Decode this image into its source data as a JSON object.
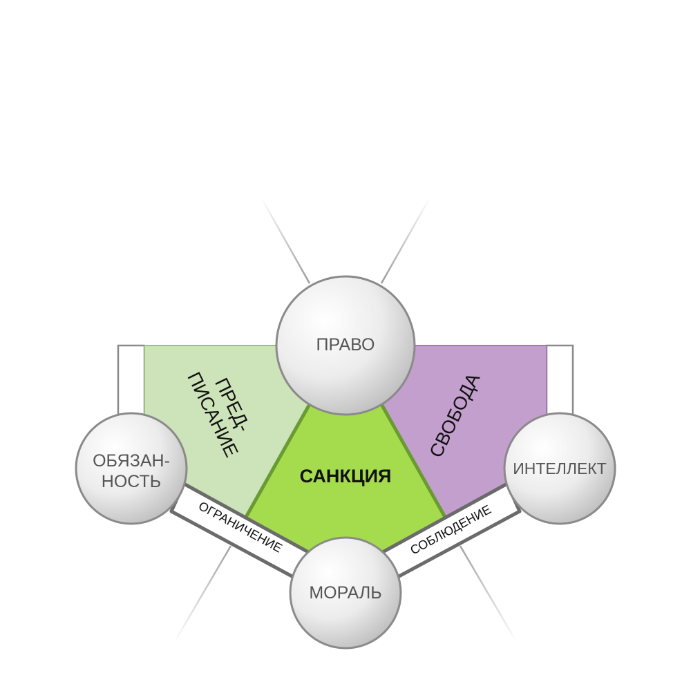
{
  "nodes": {
    "pravo": "ПРАВО",
    "obyazannost_line1": "ОБЯЗАН-",
    "obyazannost_line2": "НОСТЬ",
    "intellekt": "ИНТЕЛЛЕКТ",
    "moral": "МОРАЛЬ"
  },
  "regions": {
    "predpisanie_line1": "ПРЕД-",
    "predpisanie_line2": "ПИСАНИЕ",
    "sanktsiya": "САНКЦИЯ",
    "svoboda": "СВОБОДА"
  },
  "edges": {
    "ogranichenie": "ОГРАНИЧЕНИЕ",
    "soblyudenie": "СОБЛЮДЕНИЕ"
  },
  "colors": {
    "predpisanie": "#cde3b9",
    "sanktsiya": "#a5dc4e",
    "sanktsiya_border": "#6a9a32",
    "svoboda": "#c39fcd",
    "node_border": "#8a8a8a",
    "band_border": "#6b6b6b"
  }
}
